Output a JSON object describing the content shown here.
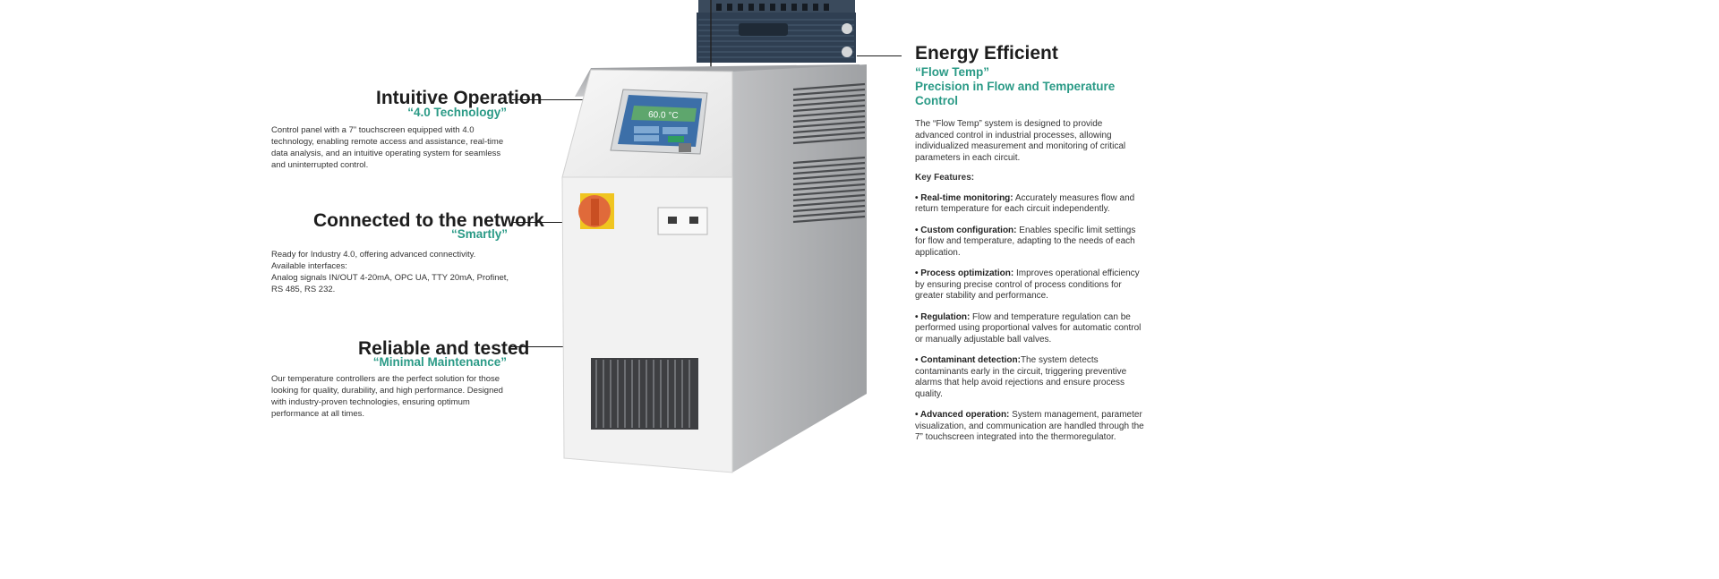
{
  "left": {
    "intuitive": {
      "title": "Intuitive Operation",
      "subtitle": "“4.0 Technology”",
      "body": "Control panel with a 7” touchscreen equipped with 4.0 technology, enabling remote access and assistance, real-time data analysis, and an intuitive operating system for seamless and uninterrupted control."
    },
    "network": {
      "title": "Connected to the network",
      "subtitle": "“Smartly”",
      "lines": [
        "Ready for Industry 4.0, offering advanced connectivity.",
        "Available interfaces:",
        "Analog signals IN/OUT 4-20mA, OPC UA, TTY 20mA, Profinet, RS 485, RS 232."
      ]
    },
    "reliable": {
      "title": "Reliable and tested",
      "subtitle": "“Minimal Maintenance”",
      "body": "Our temperature controllers are the perfect solution for those looking for quality, durability, and high performance. Designed with industry-proven technologies, ensuring optimum performance at all times."
    }
  },
  "right": {
    "title": "Energy Efficient",
    "subtitle1": "“Flow Temp”",
    "subtitle2": "Precision in Flow and Temperature Control",
    "intro": "The “Flow Temp” system is designed to provide advanced control in industrial processes, allowing individualized measurement and monitoring of critical parameters in each circuit.",
    "features_heading": "Key Features:",
    "features": [
      {
        "name": "Real-time monitoring:",
        "text": " Accurately measures flow and return temperature for each circuit independently."
      },
      {
        "name": "Custom configuration:",
        "text": " Enables specific limit settings for flow and temperature, adapting to the needs of each application."
      },
      {
        "name": "Process optimization:",
        "text": " Improves operational efficiency by ensuring precise control of process conditions for greater stability and performance."
      },
      {
        "name": "Regulation:",
        "text": " Flow and temperature regulation can be performed using proportional valves for automatic control or manually adjustable ball valves."
      },
      {
        "name": "Contaminant detection:",
        "text": "The system detects contaminants early in the circuit, triggering preventive alarms that help avoid rejections and ensure process quality."
      },
      {
        "name": "Advanced operation:",
        "text": " System management, parameter visualization, and communication are handled through the 7” touchscreen integrated into the thermoregulator."
      }
    ]
  },
  "screen": {
    "reading": "60.0 °C"
  },
  "colors": {
    "accent": "#2a9a86",
    "heading": "#1d1d1d",
    "switch": "#e06a3a"
  }
}
